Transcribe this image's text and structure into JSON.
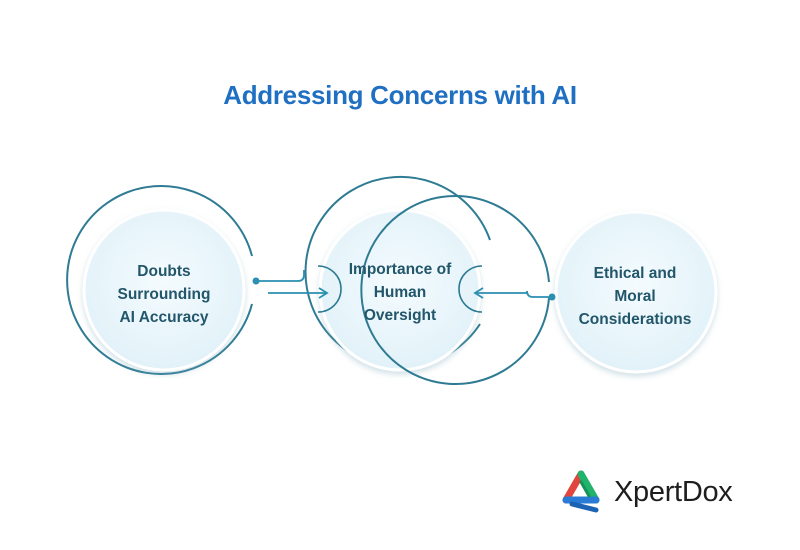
{
  "title": "Addressing Concerns with AI",
  "nodes": [
    {
      "lines": [
        "Doubts",
        "Surrounding",
        "AI Accuracy"
      ]
    },
    {
      "lines": [
        "Importance of",
        "Human",
        "Oversight"
      ]
    },
    {
      "lines": [
        "Ethical and",
        "Moral",
        "Considerations"
      ]
    }
  ],
  "edges": [
    {
      "from": "Doubts Surrounding AI Accuracy",
      "to": "Importance of Human Oversight"
    },
    {
      "from": "Ethical and Moral Considerations",
      "to": "Importance of Human Oversight"
    }
  ],
  "brand": {
    "name": "XpertDox",
    "logo_icon": "triangle-logo-icon"
  },
  "colors": {
    "title": "#1f6fc2",
    "ring": "#2e7b93",
    "node_fill": "#eaf6fb",
    "node_text": "#22566a",
    "connector": "#2a8fb0",
    "logo_red": "#e0453e",
    "logo_green": "#1fb36b",
    "logo_blue": "#2a7bd6"
  }
}
